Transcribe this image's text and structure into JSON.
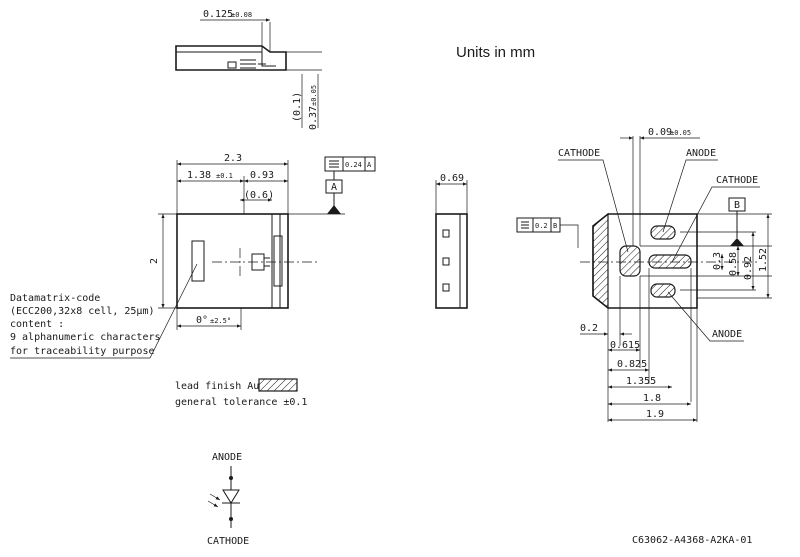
{
  "units": "Units in mm",
  "top_view": {
    "width_dim": "0.125",
    "width_tol": "±0.08",
    "height_ref": "(0.1)",
    "height_dim": "0.37",
    "height_tol": "±0.05"
  },
  "front_view": {
    "width": "2.3",
    "dim_1": "1.38",
    "dim_1_tol": "±0.1",
    "dim_2": "0.93",
    "dim_3": "(0.6)",
    "height": "2",
    "angle": "0°",
    "angle_tol": "±2.5°",
    "tol_frame_value": "0.24",
    "tol_frame_ref": "A",
    "datum_a": "A"
  },
  "side_view": {
    "width": "0.69"
  },
  "bottom_view": {
    "dim_top": "0.09",
    "dim_top_tol": "±0.05",
    "cathode_1": "CATHODE",
    "anode_1": "ANODE",
    "cathode_2": "CATHODE",
    "anode_2": "ANODE",
    "datum_b": "B",
    "tol_frame_value": "0.2",
    "tol_frame_ref": "B",
    "v_dims": [
      "0.3",
      "0.58",
      "0.92",
      "1.52"
    ],
    "h_dims": [
      "0.2",
      "0.615",
      "0.825",
      "1.355",
      "1.8",
      "1.9"
    ]
  },
  "notes": {
    "datamatrix_lines": [
      "Datamatrix-code",
      "(ECC200,32x8 cell, 25µm)",
      "content :",
      "9 alphanumeric characters",
      "for traceability purpose"
    ],
    "lead_finish": "lead finish Au",
    "tolerance": "general tolerance ±0.1"
  },
  "symbol": {
    "anode": "ANODE",
    "cathode": "CATHODE"
  },
  "part_number": "C63062-A4368-A2KA-01"
}
